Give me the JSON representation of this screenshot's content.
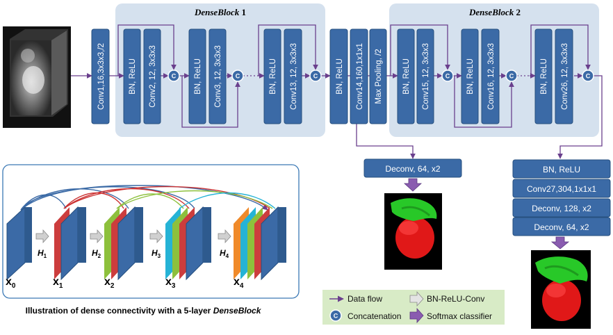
{
  "dense_block_1": {
    "title_italic": "DenseBlock",
    "title_num": " 1"
  },
  "dense_block_2": {
    "title_italic": "DenseBlock",
    "title_num": " 2"
  },
  "layers": {
    "conv1": "Conv1,16,3x3x3,/2",
    "bn_relu": "BN, ReLU",
    "conv2": "Conv2, 12, 3x3x3",
    "conv3": "Conv3, 12, 3x3x3",
    "conv13": "Conv13, 12, 3x3x3",
    "conv14": "Conv14,160,1x1x1",
    "max_pool": "Max Pooling, /2",
    "conv15": "Conv15, 12, 3x3x3",
    "conv16": "Conv16, 12, 3x3x3",
    "conv26": "Conv26, 12, 3x3x3"
  },
  "concat_symbol": "C",
  "branch1": {
    "deconv": "Deconv, 64, x2"
  },
  "branch2": {
    "bn_relu": "BN, ReLU",
    "conv27": "Conv27,304,1x1x1",
    "deconv1": "Deconv, 128, x2",
    "deconv2": "Deconv, 64, x2"
  },
  "illustration": {
    "caption_prefix": "Illustration of dense connectivity with a 5-layer ",
    "caption_italic": "DenseBlock",
    "h_labels": [
      "H",
      "H",
      "H",
      "H"
    ],
    "h_subs": [
      "1",
      "2",
      "3",
      "4"
    ],
    "x_labels": [
      "x",
      "x",
      "x",
      "x",
      "x"
    ],
    "x_subs": [
      "0",
      "1",
      "2",
      "3",
      "4"
    ]
  },
  "legend": {
    "data_flow": "Data flow",
    "bn_relu_conv": "BN-ReLU-Conv",
    "concatenation": "Concatenation",
    "softmax": "Softmax classifier"
  },
  "colors": {
    "block_bg": "#d5e1ee",
    "layer_fill": "#3b6aa6",
    "layer_stroke": "#27507f",
    "arrow": "#6a3f8d",
    "legend_bg": "#d8ebc6",
    "heart_red": "#e01818",
    "vessel_green": "#28c828"
  }
}
